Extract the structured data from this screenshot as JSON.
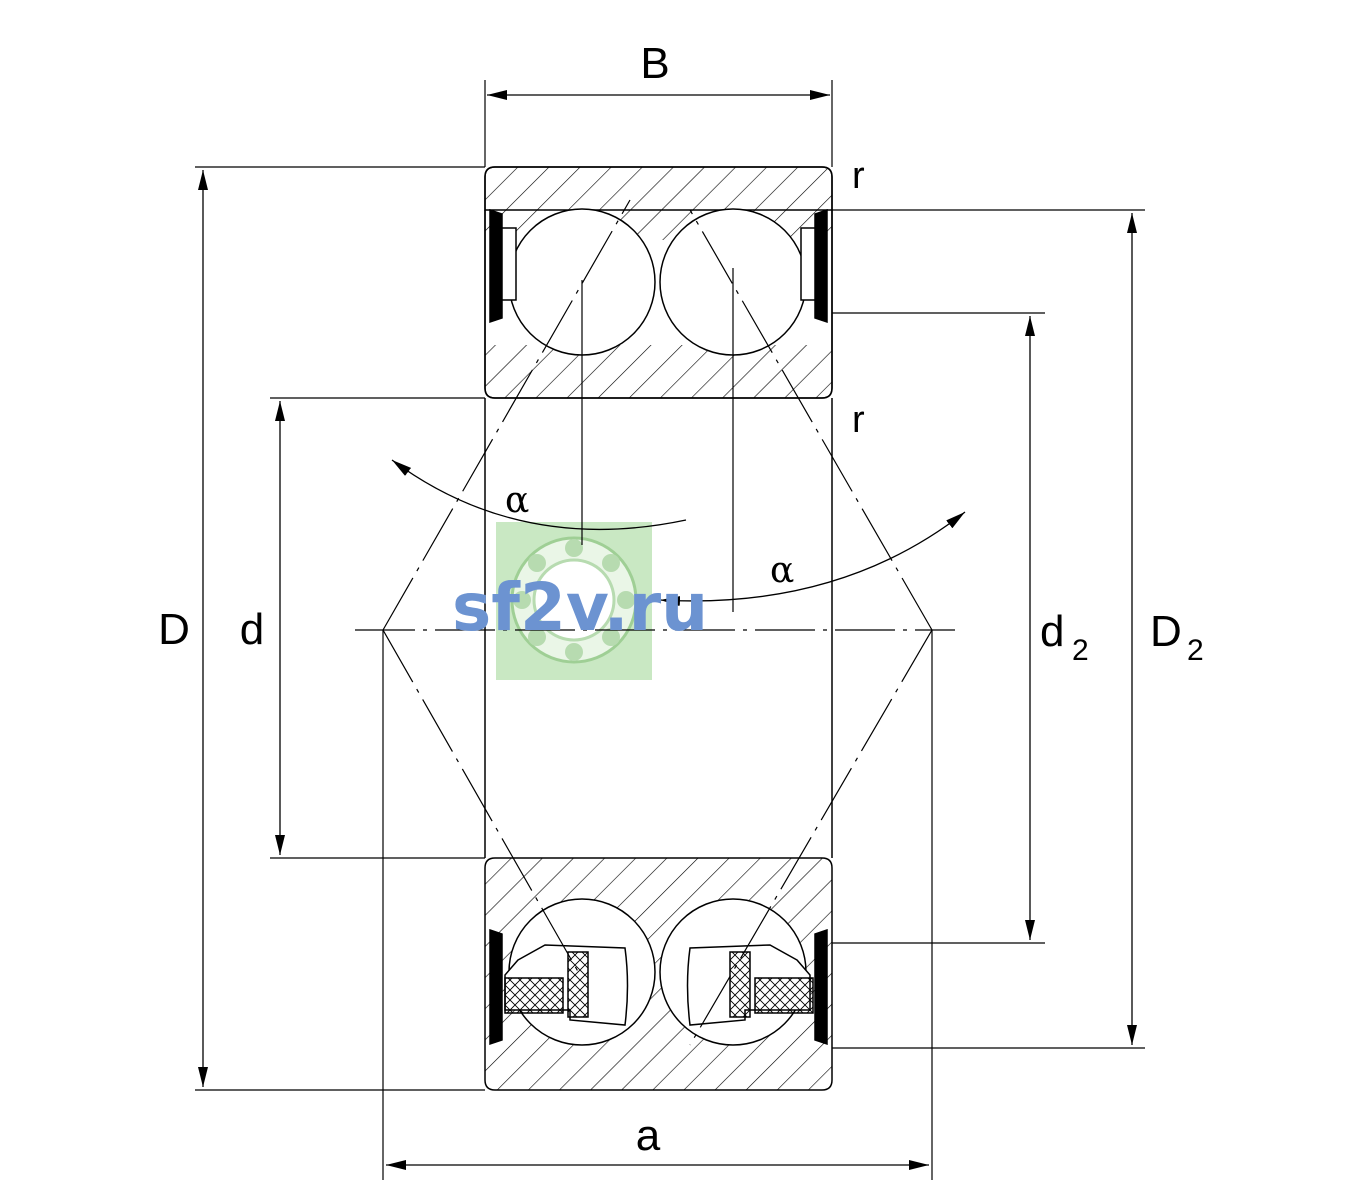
{
  "labels": {
    "width_B": "B",
    "outer_diameter_D": "D",
    "bore_diameter_d": "d",
    "shoulder_d2_main": "d",
    "shoulder_d2_sub": "2",
    "shoulder_D2_main": "D",
    "shoulder_D2_sub": "2",
    "spacing_a": "a",
    "radius_top": "r",
    "radius_bottom": "r",
    "angle_left": "α",
    "angle_right": "α"
  },
  "watermark": {
    "text": "sf2v.ru",
    "color": "#6c93d1",
    "badge_color": "#c9e8c3"
  },
  "colors": {
    "line": "#000000",
    "background": "#ffffff"
  }
}
